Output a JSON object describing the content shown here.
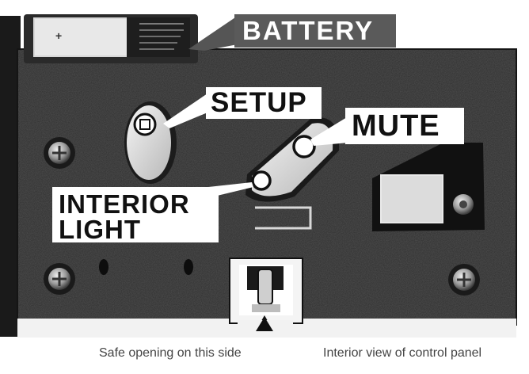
{
  "labels": {
    "battery": "BATTERY",
    "setup": "SETUP",
    "mute": "MUTE",
    "interior_light_line1": "INTERIOR",
    "interior_light_line2": "LIGHT"
  },
  "captions": {
    "safe_opening": "Safe opening on this side",
    "interior_view": "Interior view of control panel"
  },
  "colors": {
    "panel": "#2b2b2b",
    "callout_fill": "#ffffff",
    "label_text": "#111111",
    "battery_tag": "#555555"
  }
}
